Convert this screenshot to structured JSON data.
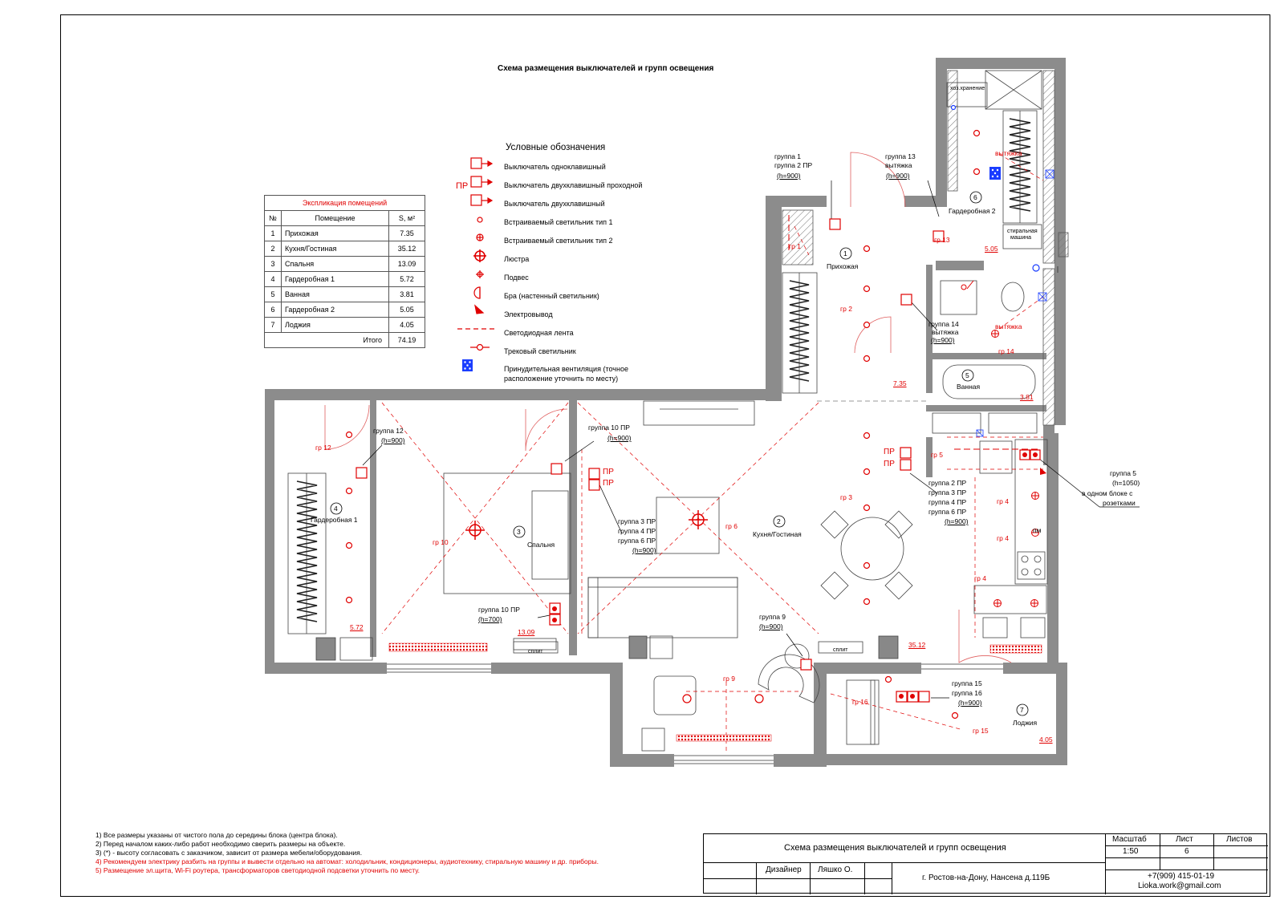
{
  "sheet_title": "Схема размещения выключателей и групп освещения",
  "legend": {
    "title": "Условные обозначения",
    "items": [
      {
        "label": "Выключатель одноклавишный",
        "icon": "switch-single-icon"
      },
      {
        "label": "Выключатель двухклавишный проходной",
        "prefix": "ПР",
        "icon": "switch-double-pass-icon"
      },
      {
        "label": "Выключатель двухклавишный",
        "icon": "switch-double-icon"
      },
      {
        "label": "Встраиваемый светильник тип 1",
        "icon": "recessed-light-1-icon"
      },
      {
        "label": "Встраиваемый светильник тип 2",
        "icon": "recessed-light-2-icon"
      },
      {
        "label": "Люстра",
        "icon": "chandelier-icon"
      },
      {
        "label": "Подвес",
        "icon": "pendant-icon"
      },
      {
        "label": "Бра (настенный светильник)",
        "icon": "sconce-icon"
      },
      {
        "label": "Электровывод",
        "icon": "electric-outlet-icon"
      },
      {
        "label": "Светодиодная лента",
        "icon": "led-strip-icon"
      },
      {
        "label": "Трековый светильник",
        "icon": "track-light-icon"
      },
      {
        "label": "Принудительная вентиляция (точное",
        "label2": "расположение уточнить по месту)",
        "icon": "ventilation-icon"
      }
    ]
  },
  "explication": {
    "title": "Экспликация помещений",
    "headers": [
      "№",
      "Помещение",
      "S, м²"
    ],
    "rows": [
      [
        "1",
        "Прихожая",
        "7.35"
      ],
      [
        "2",
        "Кухня/Гостиная",
        "35.12"
      ],
      [
        "3",
        "Спальня",
        "13.09"
      ],
      [
        "4",
        "Гардеробная 1",
        "5.72"
      ],
      [
        "5",
        "Ванная",
        "3.81"
      ],
      [
        "6",
        "Гардеробная 2",
        "5.05"
      ],
      [
        "7",
        "Лоджия",
        "4.05"
      ]
    ],
    "total_label": "Итого",
    "total": "74.19"
  },
  "rooms": {
    "r1": {
      "num": "1",
      "name": "Прихожая",
      "area": "7.35"
    },
    "r2": {
      "num": "2",
      "name": "Кухня/Гостиная",
      "area": "35.12"
    },
    "r3": {
      "num": "3",
      "name": "Спальня",
      "area": "13.09"
    },
    "r4": {
      "num": "4",
      "name": "Гардеробная 1",
      "area": "5.72"
    },
    "r5": {
      "num": "5",
      "name": "Ванная",
      "area": "3.81"
    },
    "r6": {
      "num": "6",
      "name": "Гардеробная 2",
      "area": "5.05"
    },
    "r7": {
      "num": "7",
      "name": "Лоджия",
      "area": "4.05"
    }
  },
  "plan_labels": {
    "storage": "хоз.хранение",
    "washer1": "стиральная",
    "washer2": "машина",
    "split": "сплит",
    "vytyazhka": "вытяжка",
    "pr": "ПР",
    "g1": "группа 1",
    "g2pr": "группа 2 ПР",
    "h900": "(h=900)",
    "h700": "(h=700)",
    "h1050": "(h=1050)",
    "g13": "группа 13",
    "g13b": "вытяжка",
    "g14": "группа 14",
    "g14b": "вытяжка",
    "g12": "группа 12",
    "g10pr": "группа 10 ПР",
    "g3pr": "группа 3 ПР",
    "g4pr": "группа 4 ПР",
    "g6pr": "группа 6 ПР",
    "g9": "группа 9",
    "g15": "группа 15",
    "g16": "группа 16",
    "g5": "группа 5",
    "g5b": "в одном блоке с",
    "g5c": "розетками",
    "gr1": "гр 1",
    "gr2": "гр 2",
    "gr3": "гр 3",
    "gr4": "гр 4",
    "gr5": "гр 5",
    "gr6": "гр 6",
    "gr9": "гр 9",
    "gr10": "гр 10",
    "gr12": "гр 12",
    "gr13": "гр 13",
    "gr14": "гр 14",
    "gr15": "гр 15",
    "gr16": "гр 16",
    "pm": "пм"
  },
  "notes": [
    {
      "text": "1) Все размеры указаны от чистого пола до середины блока (центра блока).",
      "color": "#000000"
    },
    {
      "text": "2) Перед началом каких-либо работ необходимо сверить размеры на объекте.",
      "color": "#000000"
    },
    {
      "text": "3) (*) - высоту согласовать с заказчиком, зависит от размера мебели/оборудования.",
      "color": "#000000"
    },
    {
      "text": "4) Рекомендуем электрику разбить на группы и вывести отдельно на автомат: холодильник, кондиционеры, аудиотехнику, стиральную машину и др. приборы.",
      "color": "#e00000"
    },
    {
      "text": "5) Размещение эл.щита, Wi-Fi роутера, трансформаторов светодиодной подсветки уточнить по месту.",
      "color": "#e00000"
    }
  ],
  "title_block": {
    "title": "Схема размещения выключателей и групп освещения",
    "scale_label": "Масштаб",
    "sheet_label": "Лист",
    "sheets_label": "Листов",
    "scale": "1:50",
    "sheet": "6",
    "sheets": "",
    "designer_label": "Дизайнер",
    "designer": "Ляшко О.",
    "address": "г. Ростов-на-Дону, Нансена д.119Б",
    "phone": "+7(909) 415-01-19",
    "email": "Lioka.work@gmail.com"
  },
  "colors": {
    "accent": "#e00000",
    "wall": "#8c8c8c",
    "vent": "#1a3dff"
  }
}
